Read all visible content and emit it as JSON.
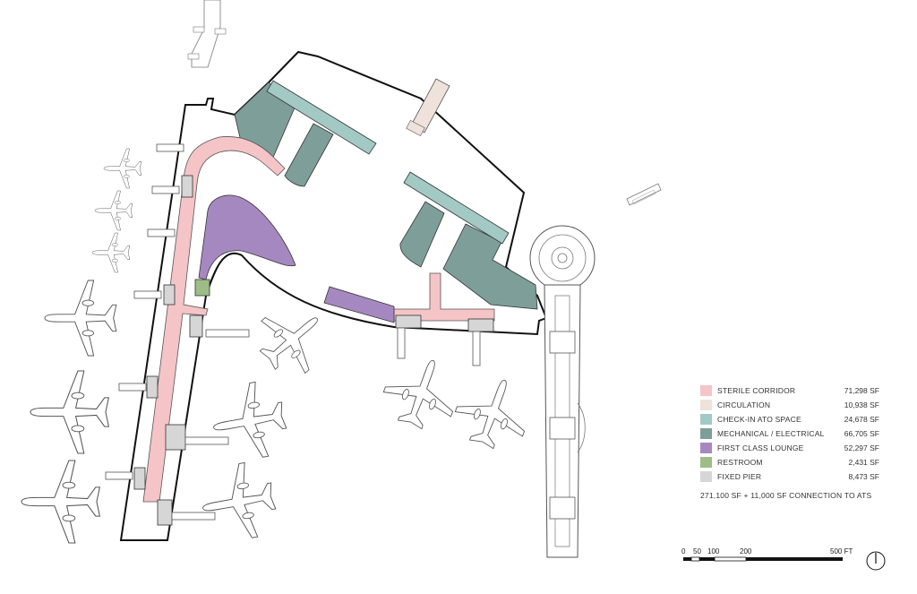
{
  "colors": {
    "sterile_corridor": "#f4c4c6",
    "circulation": "#efe2db",
    "checkin_ato": "#a3c9c5",
    "mechanical": "#7e9e9a",
    "first_class": "#a688c1",
    "restroom": "#9cbd86",
    "fixed_pier": "#d6d6d6",
    "outline": "#111111",
    "aircraft": "#555555"
  },
  "legend": {
    "items": [
      {
        "key": "sterile_corridor",
        "label": "STERILE CORRIDOR",
        "area": "71,298 SF",
        "color": "#f4c4c6"
      },
      {
        "key": "circulation",
        "label": "CIRCULATION",
        "area": "10,938 SF",
        "color": "#efe2db"
      },
      {
        "key": "checkin_ato",
        "label": "CHECK-IN ATO SPACE",
        "area": "24,678 SF",
        "color": "#a3c9c5"
      },
      {
        "key": "mechanical",
        "label": "MECHANICAL / ELECTRICAL",
        "area": "66,705 SF",
        "color": "#7e9e9a"
      },
      {
        "key": "first_class",
        "label": "FIRST CLASS LOUNGE",
        "area": "52,297 SF",
        "color": "#a688c1"
      },
      {
        "key": "restroom",
        "label": "RESTROOM",
        "area": "2,431 SF",
        "color": "#9cbd86"
      },
      {
        "key": "fixed_pier",
        "label": "FIXED PIER",
        "area": "8,473 SF",
        "color": "#d6d6d6"
      }
    ],
    "total": "271,100 SF + 11,000 SF CONNECTION TO ATS"
  },
  "scale_bar": {
    "labels": [
      "0",
      "50",
      "100",
      "200",
      "500 FT"
    ]
  },
  "north_arrow": {
    "icon": "north-arrow-icon"
  }
}
